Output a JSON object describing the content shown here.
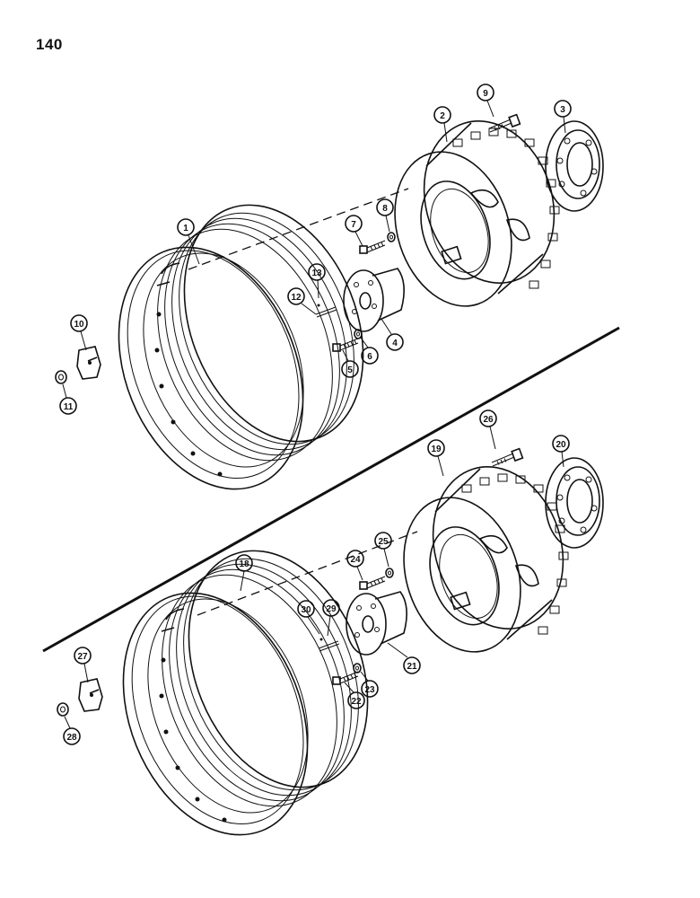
{
  "page": {
    "number": "140"
  },
  "callouts": {
    "c1": "1",
    "c2": "2",
    "c3": "3",
    "c4": "4",
    "c5": "5",
    "c6": "6",
    "c7": "7",
    "c8": "8",
    "c9": "9",
    "c10": "10",
    "c11": "11",
    "c12": "12",
    "c13": "13",
    "c18": "18",
    "c19": "19",
    "c20": "20",
    "c21": "21",
    "c22": "22",
    "c23": "23",
    "c24": "24",
    "c25": "25",
    "c26": "26",
    "c27": "27",
    "c28": "28",
    "c29": "29",
    "c30": "30"
  }
}
